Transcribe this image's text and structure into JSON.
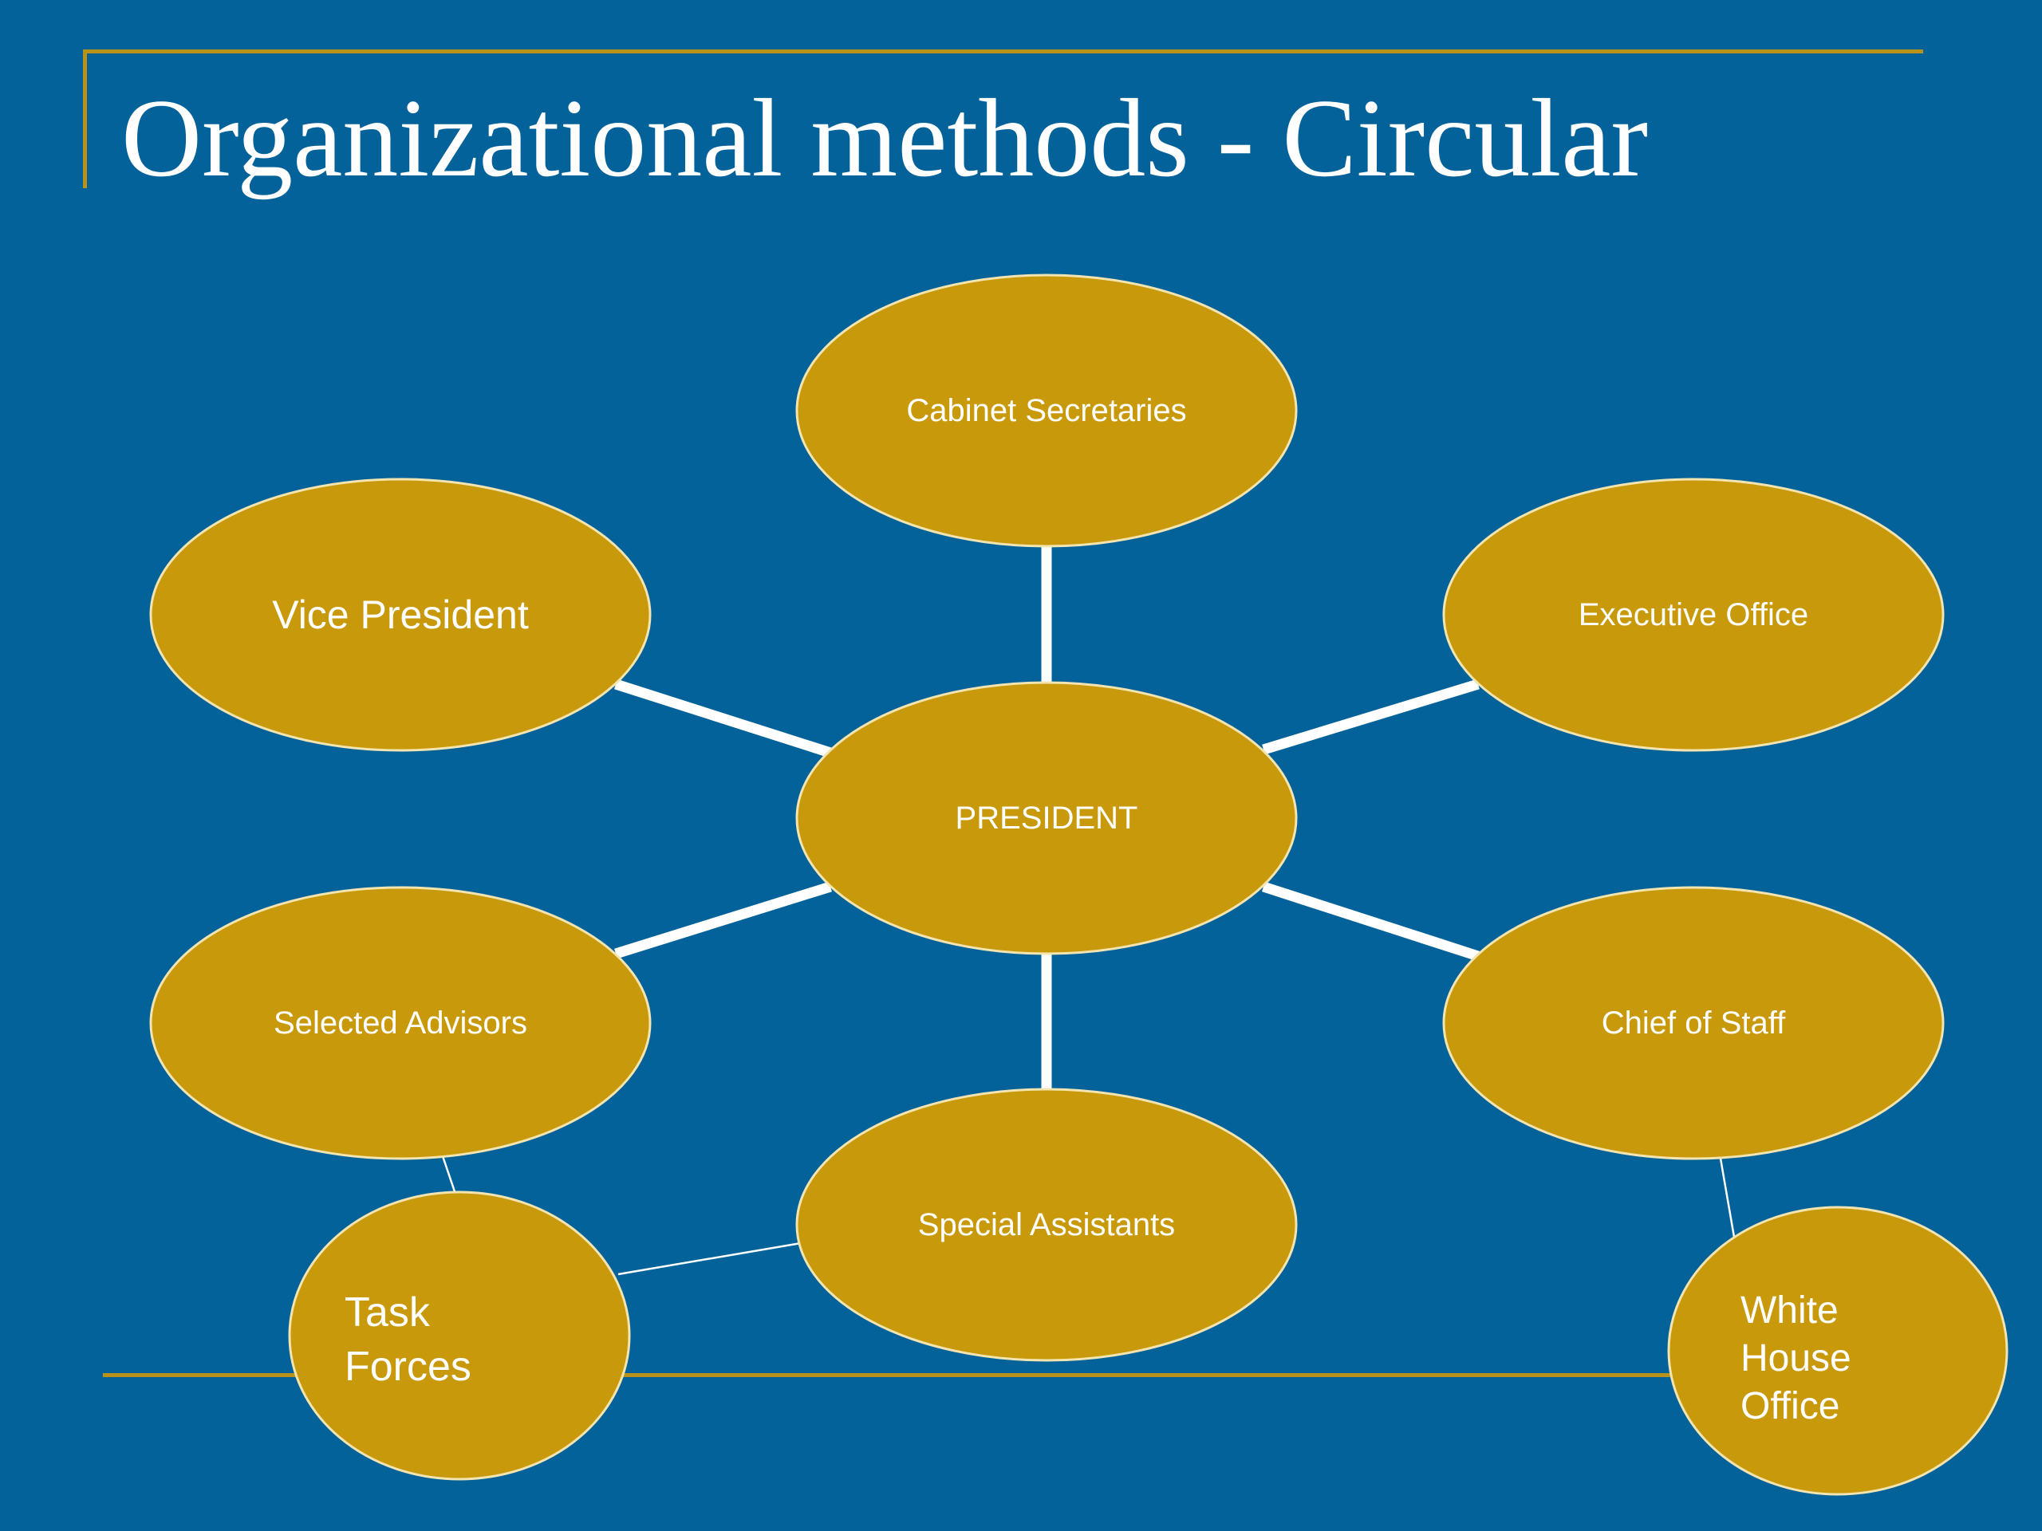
{
  "title": "Organizational methods - Circular",
  "colors": {
    "background": "#036299",
    "node_fill": "#c8990a",
    "accent_line": "#b9921a",
    "text": "#ffffff"
  },
  "nodes": {
    "president": "PRESIDENT",
    "cabinet_secretaries": "Cabinet Secretaries",
    "vice_president": "Vice President",
    "executive_office": "Executive Office",
    "selected_advisors": "Selected Advisors",
    "chief_of_staff": "Chief of Staff",
    "special_assistants": "Special Assistants",
    "task_forces": [
      "Task",
      "Forces"
    ],
    "white_house_office": [
      "White",
      "House",
      "Office"
    ]
  },
  "connections": [
    [
      "president",
      "cabinet_secretaries"
    ],
    [
      "president",
      "vice_president"
    ],
    [
      "president",
      "executive_office"
    ],
    [
      "president",
      "selected_advisors"
    ],
    [
      "president",
      "chief_of_staff"
    ],
    [
      "president",
      "special_assistants"
    ],
    [
      "selected_advisors",
      "task_forces"
    ],
    [
      "special_assistants",
      "task_forces"
    ],
    [
      "chief_of_staff",
      "white_house_office"
    ]
  ]
}
